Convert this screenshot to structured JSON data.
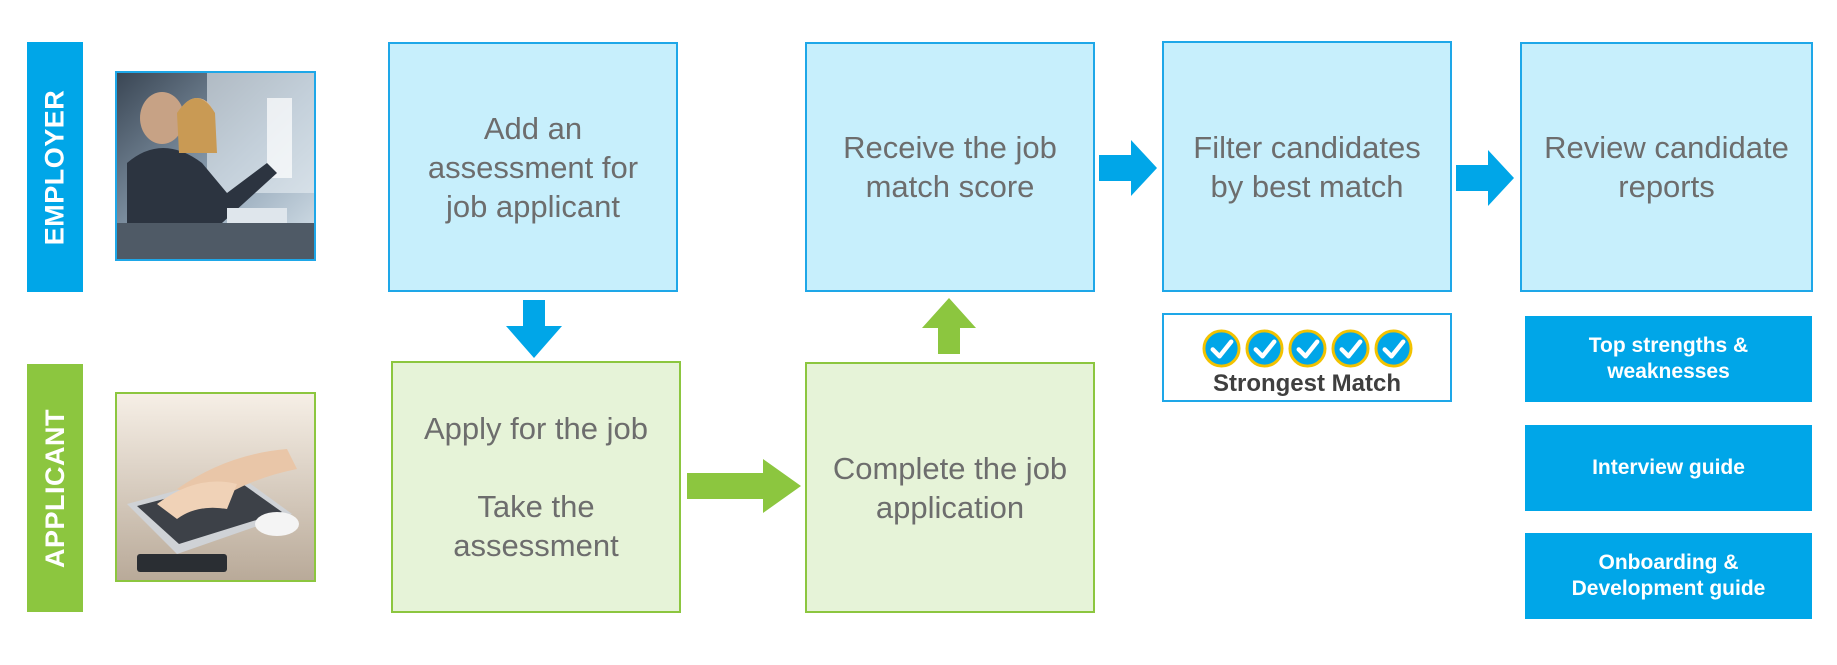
{
  "lanes": {
    "employer": "EMPLOYER",
    "applicant": "APPLICANT"
  },
  "steps": {
    "add_assessment": [
      "Add an",
      "assessment for",
      "job applicant"
    ],
    "receive_score": [
      "Receive the job",
      "match score"
    ],
    "filter": [
      "Filter candidates",
      "by best match"
    ],
    "review": [
      "Review candidate",
      "reports"
    ],
    "apply": [
      "Apply for the job"
    ],
    "take": [
      "Take the",
      "assessment"
    ],
    "complete": [
      "Complete the job",
      "application"
    ]
  },
  "match_badge": {
    "label": "Strongest Match",
    "check_count": 5
  },
  "reports": [
    [
      "Top strengths &",
      "weaknesses"
    ],
    [
      "Interview guide"
    ],
    [
      "Onboarding &",
      "Development guide"
    ]
  ],
  "colors": {
    "employer": "#00a6e8",
    "applicant": "#8cc63f",
    "blue_box": "#c7effc",
    "green_box": "#e6f3d8"
  }
}
